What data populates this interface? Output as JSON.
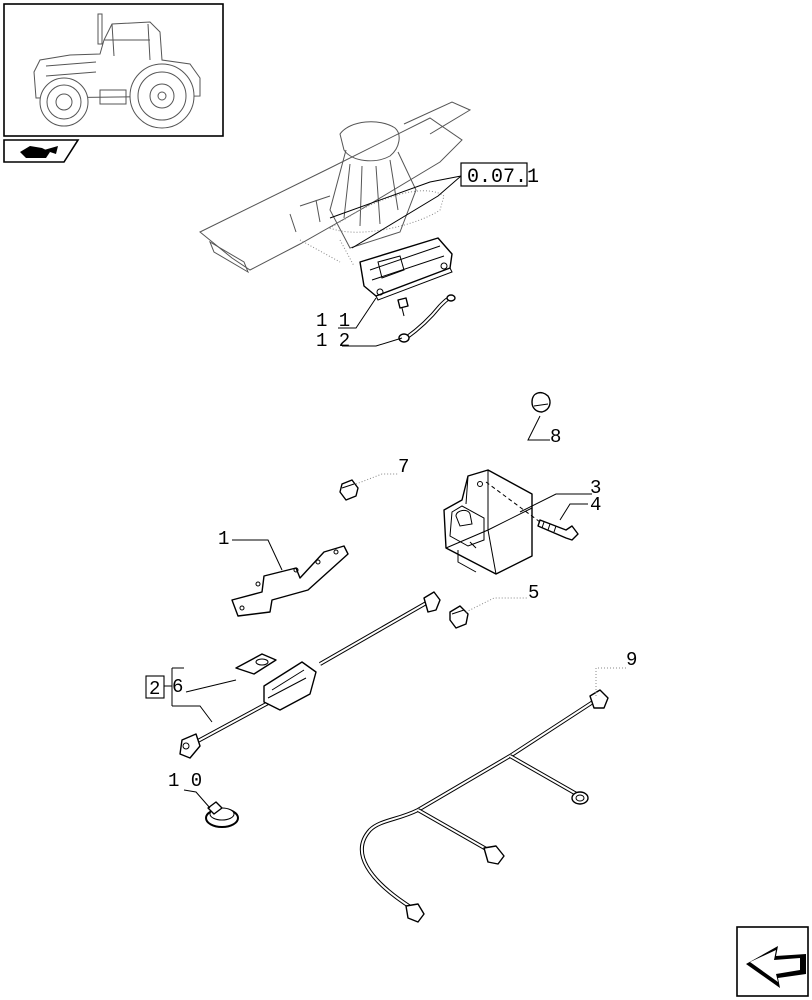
{
  "reference": {
    "code": "0.07.1"
  },
  "callouts": {
    "c1": "1",
    "c2": "2",
    "c3": "3",
    "c4": "4",
    "c5": "5",
    "c6": "6",
    "c7": "7",
    "c8": "8",
    "c9": "9",
    "c10": "1 0",
    "c11": "1 1",
    "c12": "1 2"
  },
  "icons": {
    "thumbnail": "tractor-thumbnail-icon",
    "section": "section-tab-icon",
    "navigation": "next-page-arrow-icon"
  }
}
